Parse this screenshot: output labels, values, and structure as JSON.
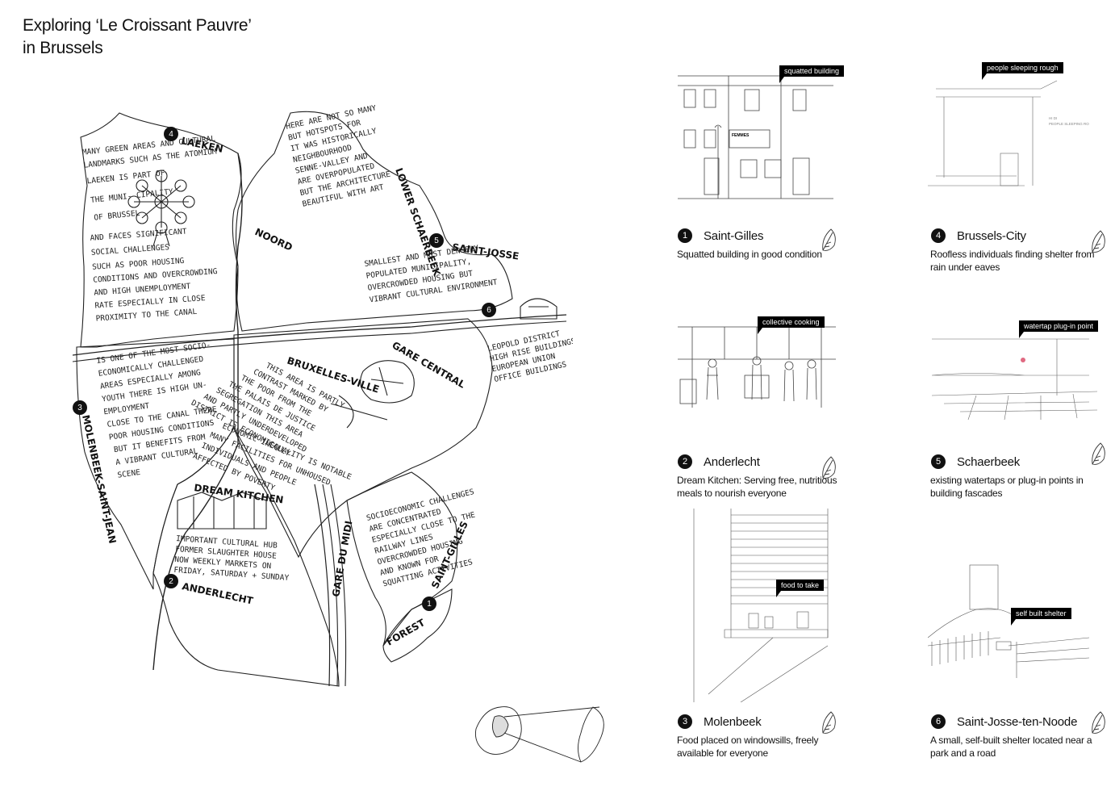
{
  "title_line1": "Exploring ‘Le Croissant Pauvre’",
  "title_line2": "in Brussels",
  "map": {
    "district_labels": [
      "LAEKEN",
      "LOWER SCHAERBEEK",
      "SAINT-JOSSE",
      "BRUXELLES-VILLE",
      "MOLENBEEK-SAINT-JEAN",
      "ANDERLECHT",
      "FOREST",
      "SAINT-GILLES",
      "NOORD",
      "GARE CENTRAL",
      "GARE DU MIDI",
      "DREAM KITCHEN"
    ],
    "markers": [
      "4",
      "5",
      "6",
      "3",
      "2",
      "1"
    ],
    "notes": {
      "laeken": [
        "MANY GREEN AREAS AND CULTURAL",
        "LANDMARKS SUCH AS THE ATOMIUM",
        "LAEKEN IS          PART OF",
        "THE MUNI-         CIPALITY",
        "OF                 BRUSSEL",
        "AND FACES    SIGNIFICANT",
        "SOCIAL  CHALLENGES",
        "SUCH AS POOR HOUSING",
        "CONDITIONS AND OVERCROWDING",
        "AND HIGH UNEMPLOYMENT",
        "RATE ESPECIALLY IN CLOSE",
        "PROXIMITY TO THE CANAL"
      ],
      "schaerbeek": [
        "HERE ARE NOT SO MANY",
        "BUT HOTSPOTS FOR",
        "IT WAS HISTORICALLY",
        "NEIGHBOURHOOD",
        "SENNE-VALLEY AND",
        "ARE OVERPOPULATED",
        "BUT THE ARCHITECTURE",
        "BEAUTIFUL WITH ART"
      ],
      "stjosse": [
        "SMALLEST AND MOST DENSELY",
        "POPULATED MUNICIPALITY,",
        "OVERCROWDED HOUSING BUT",
        "VIBRANT CULTURAL ENVIRONMENT"
      ],
      "molenbeek": [
        "IS ONE OF THE MOST SOCIO-",
        "ECONOMICALLY CHALLENGED",
        "AREAS ESPECIALLY AMONG",
        "YOUTH THERE IS HIGH UN-",
        "EMPLOYMENT",
        "CLOSE TO THE CANAL THERE",
        "POOR HOUSING CONDITIONS",
        "BUT IT BENEFITS FROM",
        "A VIBRANT CULTURAL",
        "SCENE"
      ],
      "bxl": [
        "THIS AREA IS PARTLY",
        "CONTRAST MARKED BY",
        "THE POOR FROM THE",
        "THE PALAIS DE JUSTICE",
        "SEGREGATION THIS AREA",
        "AND PARTLY UNDERDEVELOPED",
        "DISTRICT IS ECONOMICALLY"
      ],
      "economic": [
        "ECONOMIC INEQUALITY IS NOTABLE",
        "MANY FACILITIES FOR UNHOUSED",
        "INDIVIDUALS AND PEOPLE",
        "AFFECTED BY POVERTY"
      ],
      "anderlecht": [
        "IMPORTANT CULTURAL HUB",
        "FORMER SLAUGHTER HOUSE",
        "NOW WEEKLY MARKETS ON",
        "FRIDAY, SATURDAY + SUNDAY"
      ],
      "stgilles": [
        "SOCIOECONOMIC CHALLENGES",
        "ARE CONCENTRATED",
        "ESPECIALLY CLOSE TO THE",
        "RAILWAY LINES",
        "OVERCROWDED HOUSING",
        "AND KNOWN FOR",
        "SQUATTING ACTIVITIES"
      ],
      "leopold": [
        "LEOPOLD DISTRICT",
        "HIGH RISE BUILDINGS",
        "EUROPEAN UNION",
        "OFFICE BUILDINGS"
      ]
    }
  },
  "cards": [
    {
      "num": "1",
      "place": "Saint-Gilles",
      "tag": "squatted building",
      "desc": "Squatted building in good condition"
    },
    {
      "num": "2",
      "place": "Anderlecht",
      "tag": "collective cooking",
      "desc": "Dream Kitchen: Serving free, nutritious meals to nourish everyone"
    },
    {
      "num": "3",
      "place": "Molenbeek",
      "tag": "food to take",
      "desc": "Food placed on windowsills, freely available for everyone"
    },
    {
      "num": "4",
      "place": "Brussels-City",
      "tag": "people sleeping rough",
      "desc": "Roofless individuals finding shelter from rain under eaves"
    },
    {
      "num": "5",
      "place": "Schaerbeek",
      "tag": "watertap plug-in point",
      "desc": "existing watertaps or plug-in points in building fascades"
    },
    {
      "num": "6",
      "place": "Saint-Josse-ten-Noode",
      "tag": "self built shelter",
      "desc": "A small, self-built shelter located near a park and a road"
    }
  ],
  "icons": {
    "leaf": "leaf-icon",
    "locator": "brussels-locator-map"
  }
}
